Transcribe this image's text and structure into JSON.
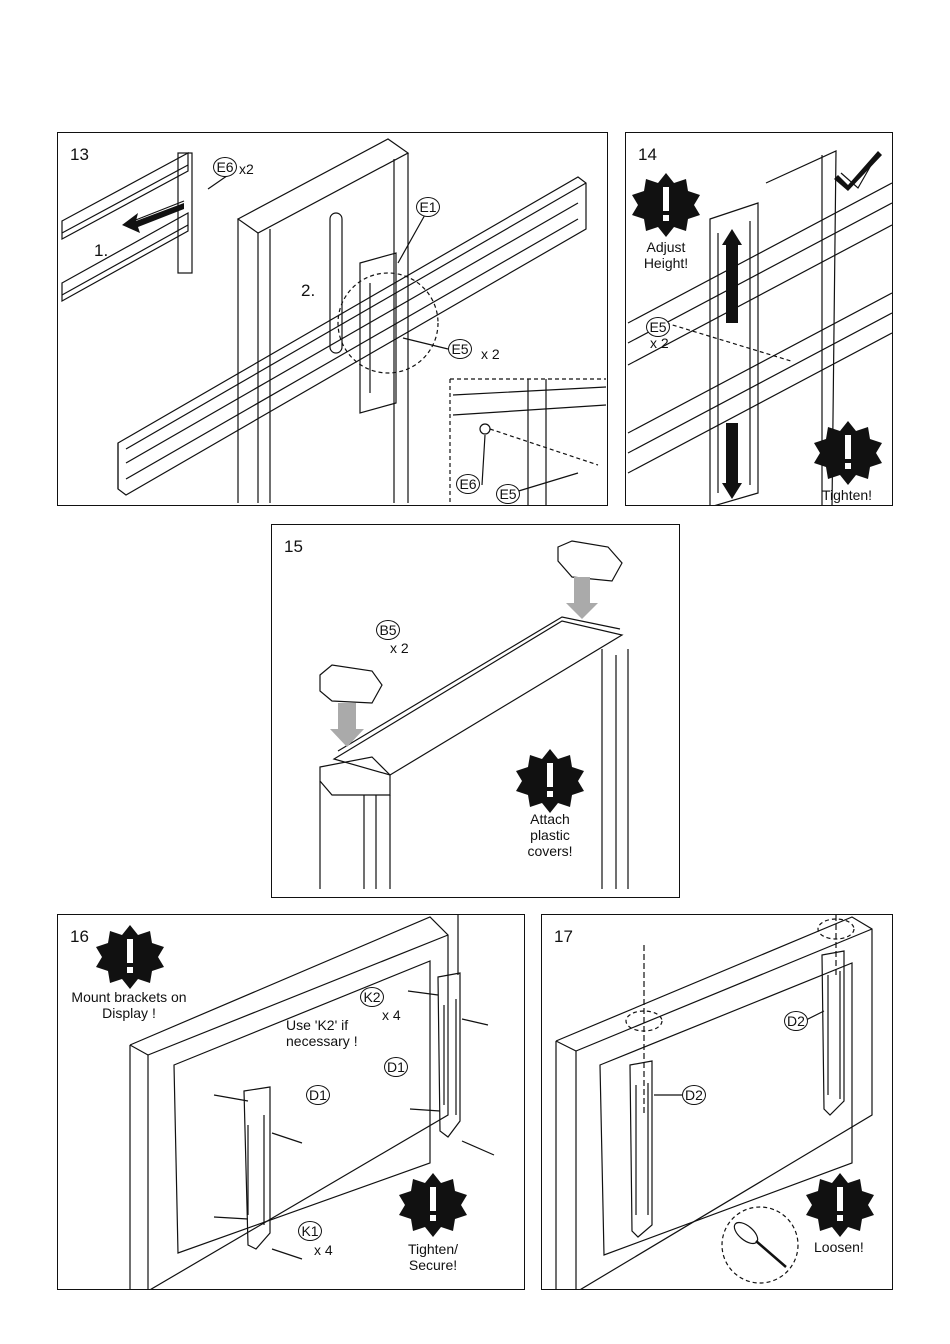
{
  "steps": {
    "s13": {
      "number": "13",
      "step1": "1.",
      "step2": "2.",
      "e6": "E6",
      "e6_qty": "x2",
      "e1": "E1",
      "e5": "E5",
      "e5_qty": "x 2",
      "inset_e6": "E6",
      "inset_e5": "E5"
    },
    "s14": {
      "number": "14",
      "adjust": "Adjust Height!",
      "e5": "E5",
      "e5_qty": "x 2",
      "tighten": "Tighten!"
    },
    "s15": {
      "number": "15",
      "b5": "B5",
      "b5_qty": "x 2",
      "attach": "Attach plastic covers!"
    },
    "s16": {
      "number": "16",
      "mount": "Mount brackets on Display !",
      "k2": "K2",
      "k2_qty": "x 4",
      "use_k2": "Use 'K2' if necessary !",
      "d1_a": "D1",
      "d1_b": "D1",
      "k1": "K1",
      "k1_qty": "x 4",
      "tighten": "Tighten/ Secure!"
    },
    "s17": {
      "number": "17",
      "d2_a": "D2",
      "d2_b": "D2",
      "loosen": "Loosen!"
    }
  },
  "icons": [
    "warning-burst-icon",
    "allen-key-icon",
    "screwdriver-icon",
    "arrow-icon"
  ]
}
